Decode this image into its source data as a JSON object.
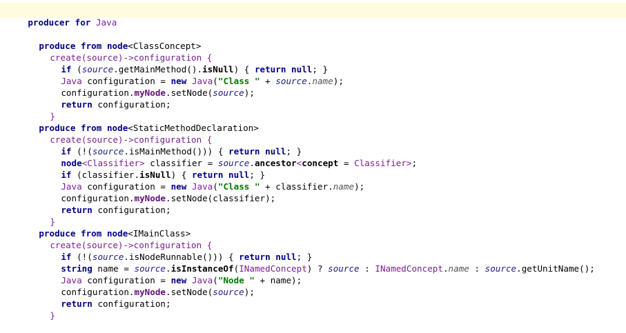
{
  "header": {
    "keyword": "producer",
    "for_keyword": "for",
    "concept": "Java"
  },
  "blocks": [
    {
      "produce_kw": "produce",
      "from_kw": "from",
      "node_kw": "node",
      "node_type": "<ClassConcept>",
      "create": "create(source)->configuration {",
      "close": "}"
    },
    {
      "produce_kw": "produce",
      "from_kw": "from",
      "node_kw": "node",
      "node_type": "<StaticMethodDeclaration>",
      "create": "create(source)->configuration {",
      "close": "}"
    },
    {
      "produce_kw": "produce",
      "from_kw": "from",
      "node_kw": "node",
      "node_type": "<IMainClass>",
      "create": "create(source)->configuration {",
      "close": "}"
    }
  ],
  "tokens": {
    "if": "if",
    "return": "return",
    "null": "null",
    "new": "new",
    "node": "node",
    "string": "string",
    "source": "source",
    "Java": "Java",
    "configuration": "configuration",
    "myNode": "myNode",
    "name": "name",
    "classifier": "classifier",
    "Classifier": "Classifier",
    "INamedConcept": "INamedConcept",
    "isNull": "isNull",
    "ancestor": "ancestor",
    "concept": "concept",
    "isInstanceOf": "isInstanceOf",
    "str_class": "\"Class \"",
    "str_node": "\"Node \""
  }
}
